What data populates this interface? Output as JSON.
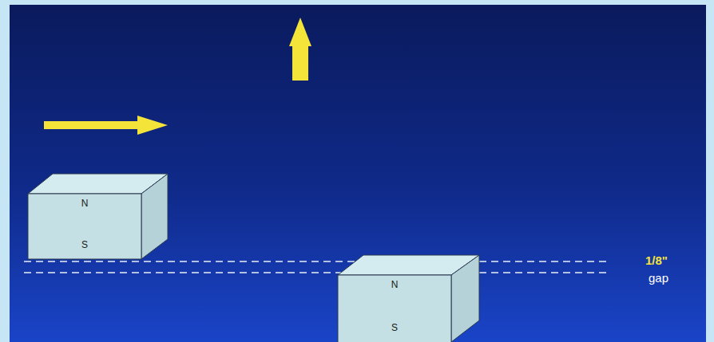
{
  "diagram": {
    "nodes": [
      {
        "text": [
          "N",
          "S"
        ]
      },
      {
        "text": [
          "N",
          "S"
        ]
      }
    ],
    "labels": [
      "1/8\"",
      "gap"
    ]
  }
}
